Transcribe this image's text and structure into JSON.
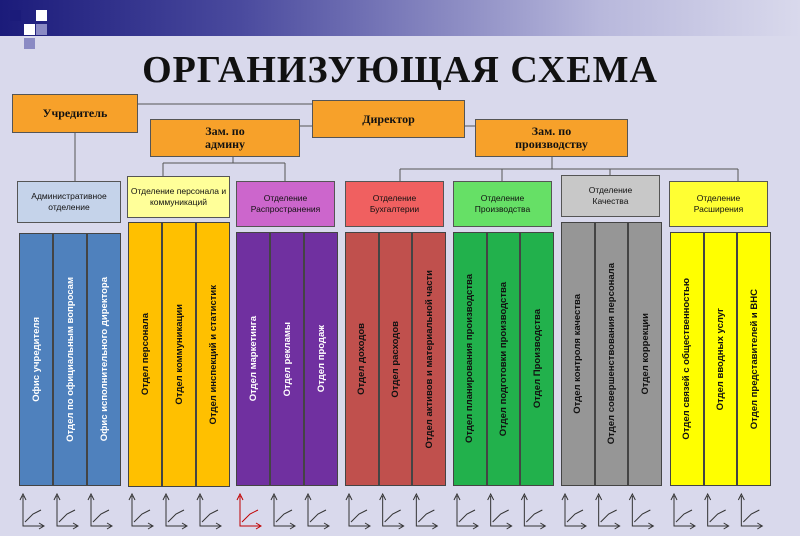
{
  "title": "ОРГАНИЗУЮЩАЯ СХЕМА",
  "top_nodes": {
    "founder": "Учредитель",
    "director": "Директор",
    "deputy_admin": "Зам. по админу",
    "deputy_production": "Зам. по производству"
  },
  "departments": [
    {
      "label": "Административное отделение",
      "color": "#4f81bd",
      "units": [
        "Офис учредителя",
        "Отдел по официальным вопросам",
        "Офис исполнительного директора"
      ]
    },
    {
      "label": "Отделение персонала и коммуникаций",
      "color": "#ffc000",
      "units": [
        "Отдел персонала",
        "Отдел коммуникации",
        "Отдел инспекций и статистик"
      ]
    },
    {
      "label": "Отделение Распространения",
      "color": "#7030a0",
      "units": [
        "Отдел маркетинга",
        "Отдел рекламы",
        "Отдел продаж"
      ]
    },
    {
      "label": "Отделение Бухгалтерии",
      "color": "#c0504d",
      "units": [
        "Отдел доходов",
        "Отдел расходов",
        "Отдел активов и материальной части"
      ]
    },
    {
      "label": "Отделение Производства",
      "color": "#22b14c",
      "units": [
        "Отдел планирования производства",
        "Отдел подготовки производства",
        "Отдел Производства"
      ]
    },
    {
      "label": "Отделение Качества",
      "color": "#969696",
      "units": [
        "Отдел контроля качества",
        "Отдел совершенствования персонала",
        "Отдел коррекции"
      ]
    },
    {
      "label": "Отделение Расширения",
      "color": "#ffff00",
      "units": [
        "Отдел связей с общественностью",
        "Отдел вводных услуг",
        "Отдел представителей и ВНС"
      ]
    }
  ]
}
